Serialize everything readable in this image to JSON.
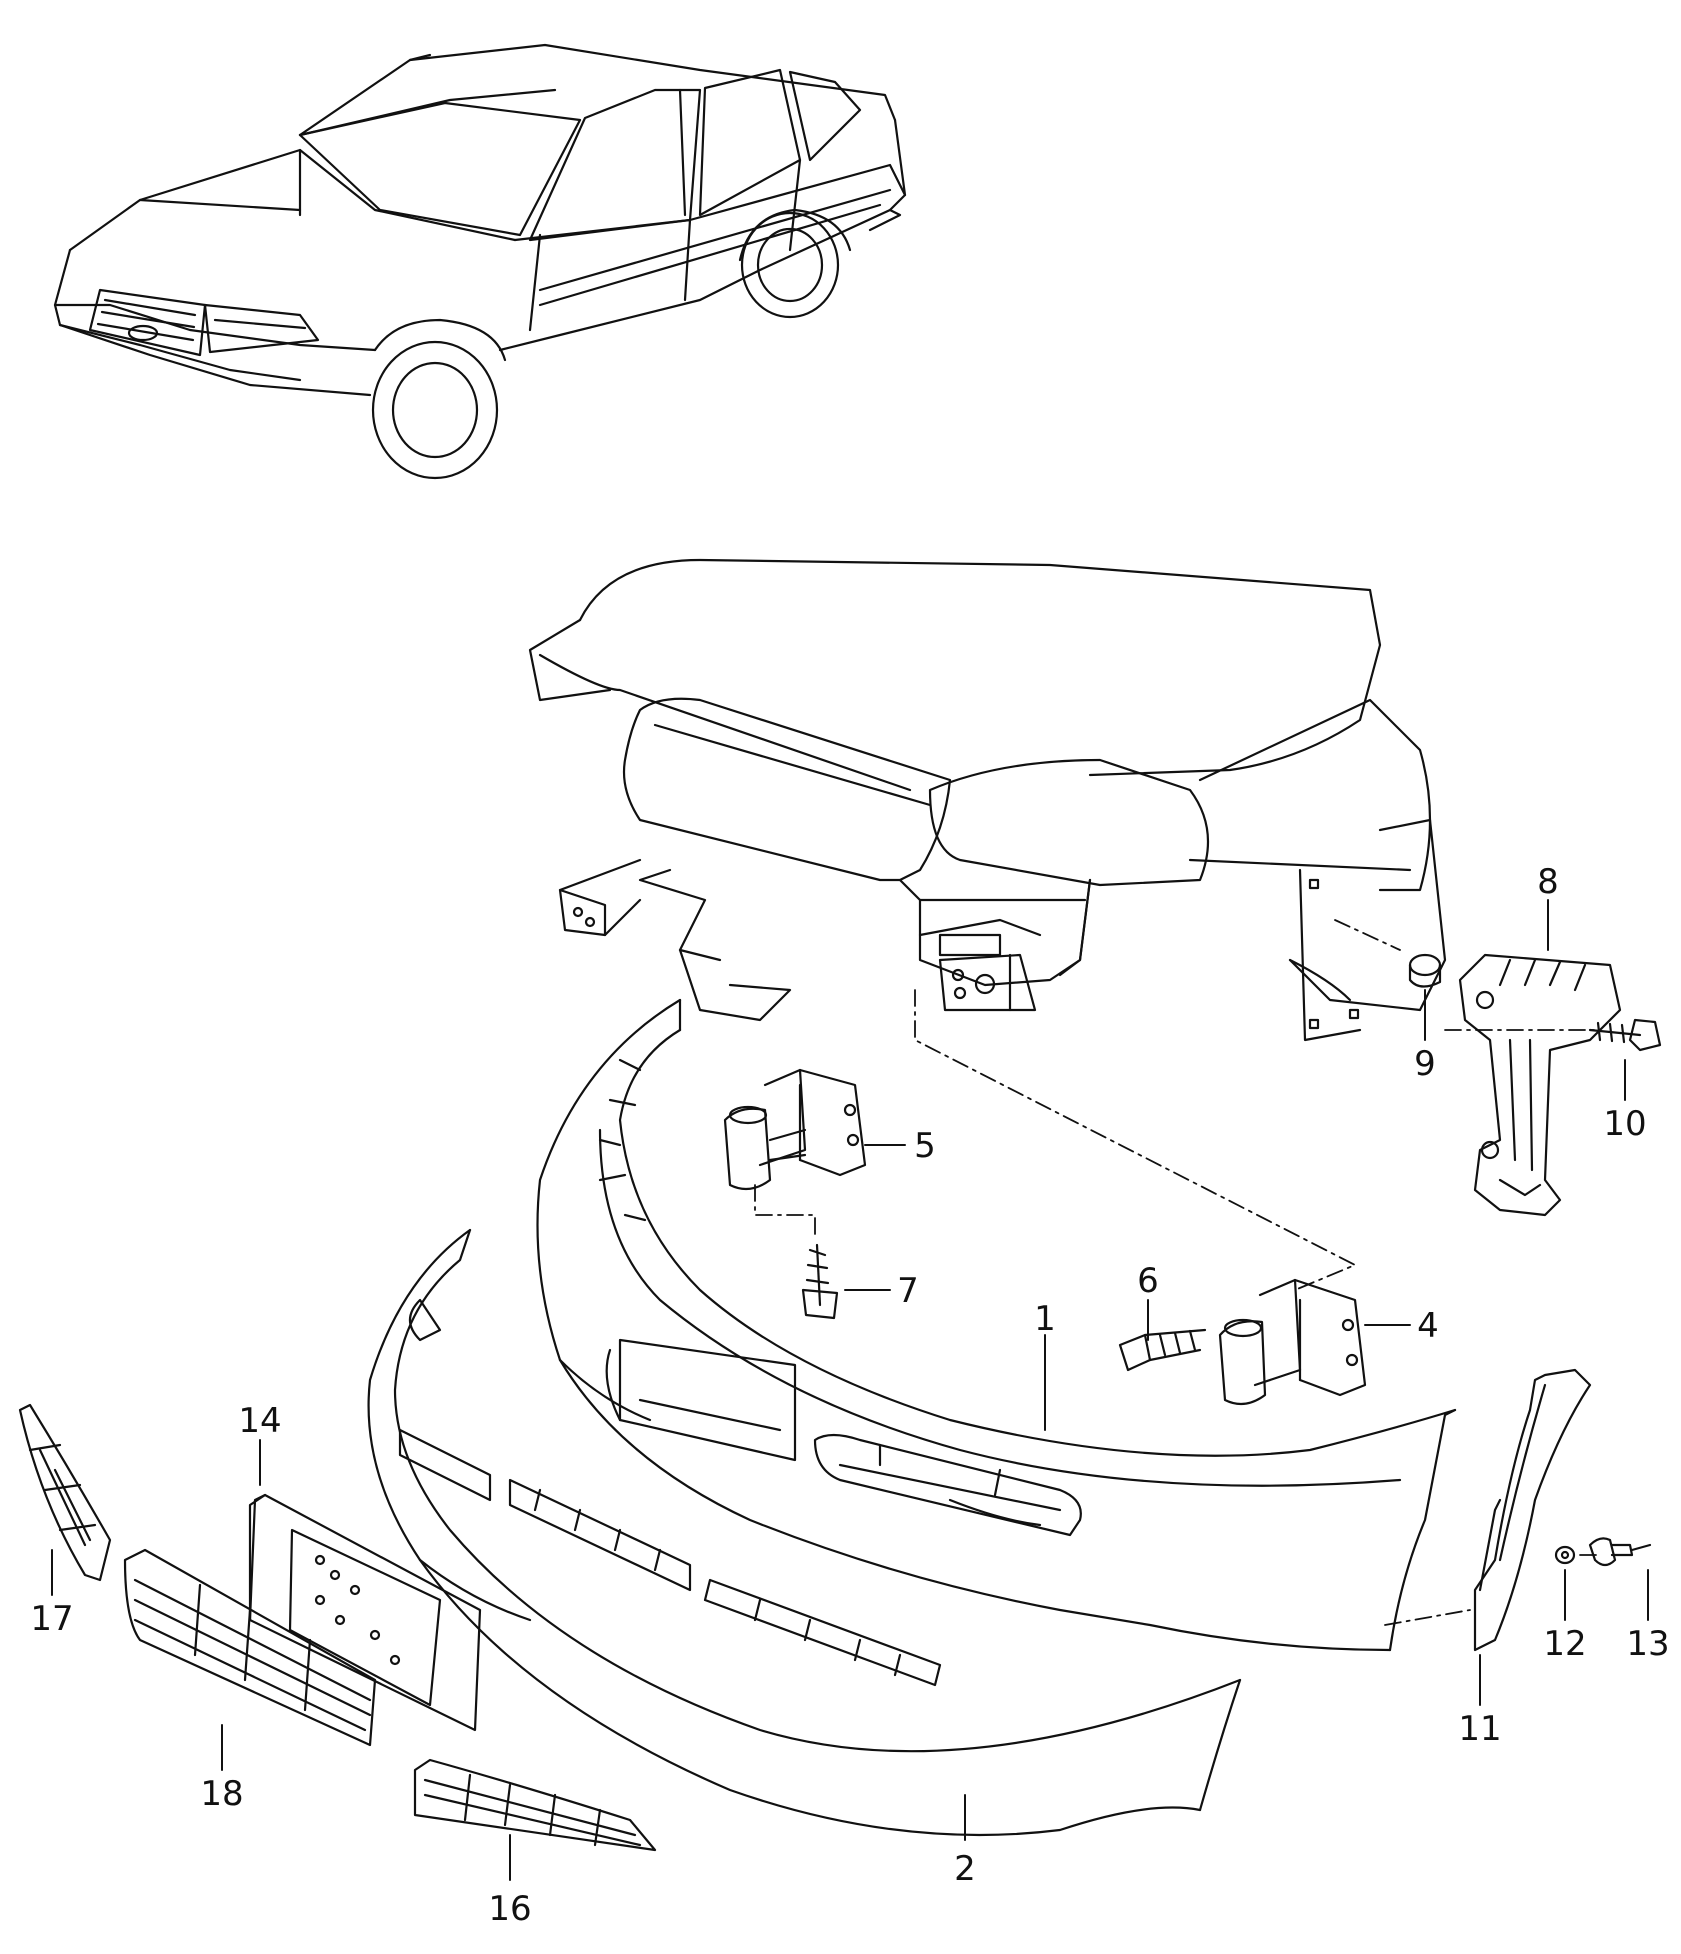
{
  "colors": {
    "line": "#111111",
    "background": "#ffffff"
  },
  "callouts": [
    {
      "id": "c1",
      "text": "1"
    },
    {
      "id": "c2",
      "text": "2"
    },
    {
      "id": "c4",
      "text": "4"
    },
    {
      "id": "c5",
      "text": "5"
    },
    {
      "id": "c6",
      "text": "6"
    },
    {
      "id": "c7",
      "text": "7"
    },
    {
      "id": "c8",
      "text": "8"
    },
    {
      "id": "c9",
      "text": "9"
    },
    {
      "id": "c10",
      "text": "10"
    },
    {
      "id": "c11",
      "text": "11"
    },
    {
      "id": "c12",
      "text": "12"
    },
    {
      "id": "c13",
      "text": "13"
    },
    {
      "id": "c14",
      "text": "14"
    },
    {
      "id": "c16",
      "text": "16"
    },
    {
      "id": "c17",
      "text": "17"
    },
    {
      "id": "c18",
      "text": "18"
    }
  ]
}
